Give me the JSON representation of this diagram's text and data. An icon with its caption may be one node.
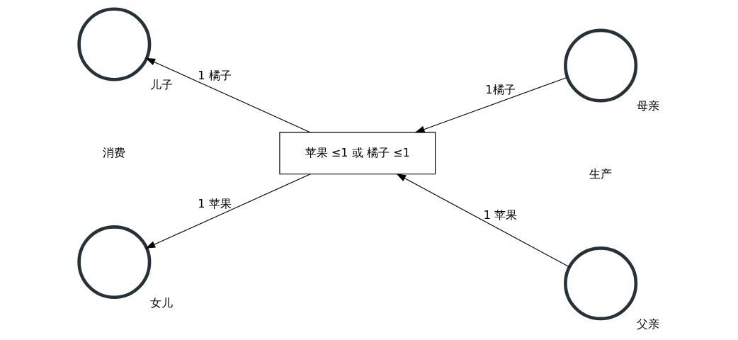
{
  "diagram": {
    "nodes": [
      {
        "text": [],
        "shape": "person",
        "beside": [
          "儿子"
        ]
      },
      {
        "text": [],
        "shape": "person",
        "beside": [
          "女儿"
        ]
      },
      {
        "text": [
          "苹果 ≤1 或 橘子 ≤1"
        ]
      },
      {
        "text": [],
        "shape": "person",
        "beside": [
          "母亲"
        ]
      },
      {
        "text": [],
        "shape": "person",
        "beside": [
          "父亲"
        ]
      }
    ],
    "edges": [
      {
        "from": 2,
        "to": 0,
        "arrow": "to",
        "label": "1 橘子"
      },
      {
        "from": 2,
        "to": 1,
        "arrow": "to",
        "label": "1 苹果"
      },
      {
        "from": 3,
        "to": 2,
        "arrow": "to",
        "label": "1橘子"
      },
      {
        "from": 4,
        "to": 2,
        "arrow": "to",
        "label": "1 苹果"
      }
    ],
    "labels": [
      "消费",
      "生产"
    ]
  }
}
